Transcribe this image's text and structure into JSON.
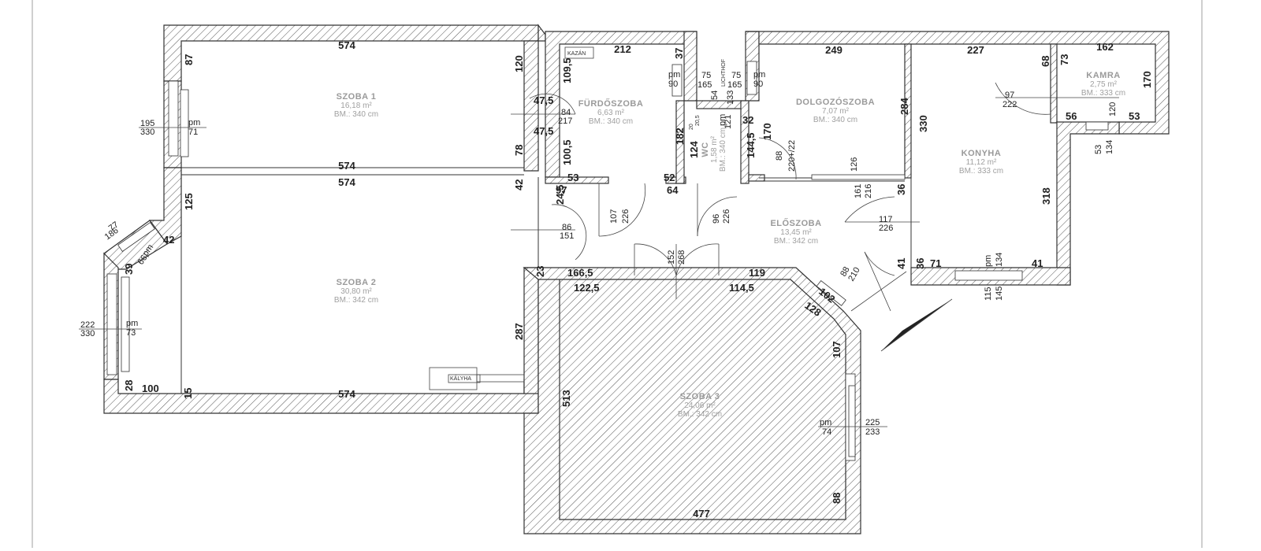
{
  "rooms": {
    "szoba1": {
      "name": "SZOBA 1",
      "area": "16,18 m²",
      "height": "BM.: 340 cm"
    },
    "szoba2": {
      "name": "SZOBA 2",
      "area": "30,80 m²",
      "height": "BM.: 342 cm"
    },
    "szoba3": {
      "name": "SZOBA 3",
      "area": "24,06 m²",
      "height": "BM.: 342 cm"
    },
    "furdo": {
      "name": "FÜRDŐSZOBA",
      "area": "6,63 m²",
      "height": "BM.: 340 cm"
    },
    "wc": {
      "name": "WC",
      "area": "1,58 m²",
      "height": "BM.: 340 cm"
    },
    "dolgozo": {
      "name": "DOLGOZÓSZOBA",
      "area": "7,07 m²",
      "height": "BM.: 340 cm"
    },
    "eloszoba": {
      "name": "ELŐSZOBA",
      "area": "13,45 m²",
      "height": "BM.: 342 cm"
    },
    "konyha": {
      "name": "KONYHA",
      "area": "11,12 m²",
      "height": "BM.: 333 cm"
    },
    "kamra": {
      "name": "KAMRA",
      "area": "2,75 m²",
      "height": "BM.: 333 cm"
    }
  },
  "labels": {
    "kazan": "KAZÁN",
    "kalyha": "KÁLYHA",
    "lichthof": "LICHTHOF"
  },
  "dims": {
    "s1_top": "574",
    "s1_bottom": "574",
    "s1_left": "87",
    "s1_right": "120",
    "s1_right2": "78",
    "s2_top": "574",
    "s2_bottom": "574",
    "s2_left": "125",
    "s2_right": "287",
    "s2_42": "42",
    "s2_42b": "42",
    "s2_39": "39",
    "s2_28": "28",
    "s2_100": "100",
    "s2_15": "15",
    "b_475a": "47,5",
    "b_475b": "47,5",
    "b_84": "84",
    "b_217": "217",
    "b_245": "24,5",
    "b_97": "97",
    "b_86": "86",
    "b_151": "151",
    "b_23": "23",
    "f_212": "212",
    "f_37": "37",
    "f_1095": "109,5",
    "f_1005": "100,5",
    "f_182": "182",
    "f_53": "53",
    "f_52": "52",
    "f_64": "64",
    "f_107": "107",
    "f_226a": "226",
    "l_75a": "75",
    "l_165a": "165",
    "l_75b": "75",
    "l_165b": "165",
    "l_54": "54",
    "l_133": "133",
    "w_205": "20,5",
    "w_20": "20",
    "w_121": "121",
    "w_32": "32",
    "w_124": "124",
    "w_1445": "144,5",
    "w_96": "96",
    "w_226": "226",
    "pm_a": "pm",
    "pm_a90": "90",
    "pm_b": "pm",
    "pm_b90": "90",
    "d_249": "249",
    "d_284": "284",
    "d_170": "170",
    "d_88": "88",
    "d_220": "220+/22",
    "d_pm": "pm",
    "d_126": "126",
    "e_161": "161",
    "e_216": "216",
    "e_36a": "36",
    "e_117": "117",
    "e_226": "226",
    "e_41": "41",
    "e_36b": "36",
    "e_71": "71",
    "e_1665": "166,5",
    "e_119": "119",
    "e_152": "152",
    "e_268": "268",
    "e_88": "88",
    "e_210": "210",
    "e_102": "102",
    "k_227": "227",
    "k_330": "330",
    "k_318": "318",
    "k_68": "68",
    "k_97": "97",
    "k_222": "222",
    "k_pm": "pm",
    "k_134": "134",
    "k_41": "41",
    "k_115": "115",
    "k_145": "145",
    "km_162": "162",
    "km_73": "73",
    "km_170": "170",
    "km_56": "56",
    "km_120": "120",
    "km_53": "53",
    "km_53b": "53",
    "km_134": "134",
    "s3_1225": "122,5",
    "s3_1145": "114,5",
    "s3_128": "128",
    "s3_107": "107",
    "s3_513": "513",
    "s3_477": "477",
    "s3_88": "88",
    "s3_pm": "pm",
    "s3_74": "74",
    "s3_225": "225",
    "s3_233": "233",
    "win1_195": "195",
    "win1_330": "330",
    "win1_pm": "pm",
    "win1_71": "71",
    "win2_222": "222",
    "win2_330": "330",
    "win2_pm": "pm",
    "win2_73": "73",
    "diag_77": "77",
    "diag_186": "186",
    "diag_pm": "pm",
    "diag_66": "66"
  }
}
